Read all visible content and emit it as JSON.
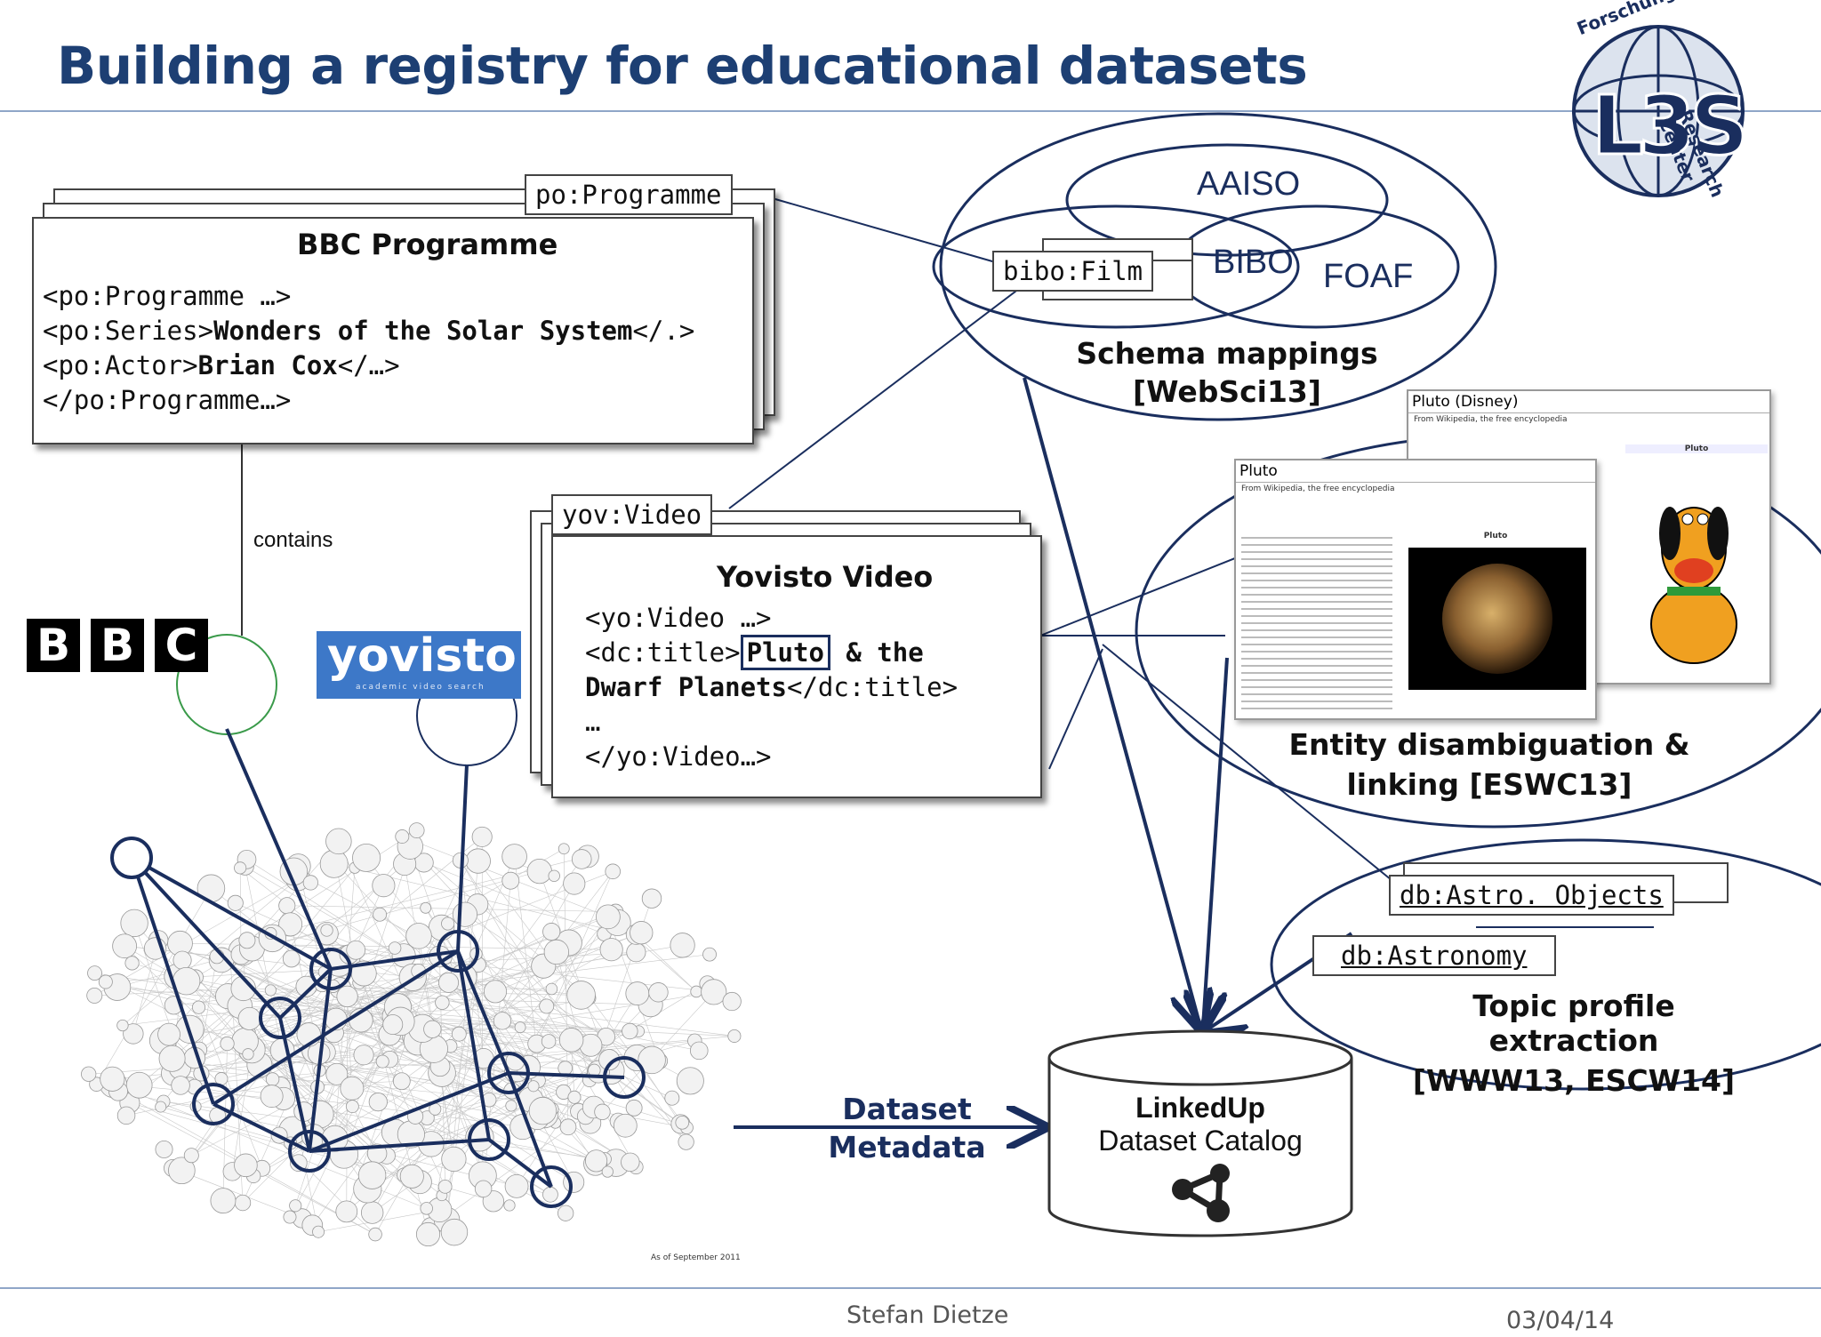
{
  "title": "Building a registry for educational datasets",
  "logo": {
    "top_text": "Forschungszentrum",
    "side_text": "Research Center",
    "mark": "L3S"
  },
  "bbc_card": {
    "tag": "po:Programme",
    "title": "BBC Programme",
    "line1": "<po:Programme …>",
    "line2_pre": "<po:Series>",
    "line2_bold": "Wonders of the Solar System",
    "line2_post": "</.>",
    "line3_pre": "<po:Actor>",
    "line3_bold": "Brian Cox",
    "line3_post": "</…>",
    "line4": "</po:Programme…>"
  },
  "contains_label": "contains",
  "bbc_logo": [
    "B",
    "B",
    "C"
  ],
  "yovisto_logo": {
    "name": "yovisto",
    "tagline": "academic video search"
  },
  "yovisto_card": {
    "tag": "yov:Video",
    "title": "Yovisto Video",
    "line1": "<yo:Video …>",
    "line2_pre": "<dc:title>",
    "line2_boxed": "Pluto",
    "line2_post": " & the",
    "line3_bold": "Dwarf Planets",
    "line3_post": "</dc:title>",
    "line4": "…",
    "line5": "</yo:Video…>"
  },
  "schema_ellipse": {
    "aaiso": "AAISO",
    "bibo": "BIBO",
    "foaf": "FOAF",
    "bibo_film": "bibo:Film",
    "caption_1": "Schema mappings",
    "caption_2": "[WebSci13]"
  },
  "entity_ellipse": {
    "caption_1": "Entity disambiguation &",
    "caption_2": "linking [ESWC13]",
    "wiki_disney_title": "Pluto (Disney)",
    "wiki_disney_sub": "From Wikipedia, the free encyclopedia",
    "wiki_disney_box": "Pluto",
    "wiki_pluto_title": "Pluto",
    "wiki_pluto_sub": "From Wikipedia, the free encyclopedia",
    "wiki_pluto_box": "Pluto"
  },
  "topic_ellipse": {
    "tag1": "db:Astro. Objects",
    "tag2": "db:Astronomy",
    "caption_1": "Topic profile extraction",
    "caption_2": "[WWW13, ESCW14]"
  },
  "metadata_label": {
    "line1": "Dataset",
    "line2": "Metadata"
  },
  "catalog": {
    "line1": "LinkedUp",
    "line2": "Dataset Catalog"
  },
  "lod_cloud": {
    "footer": "As of September 2011"
  },
  "footer": {
    "author": "Stefan Dietze",
    "date": "03/04/14"
  },
  "colors": {
    "title": "#1d3f73",
    "accent": "#1a2e5e",
    "rule": "#8fa6c8"
  }
}
